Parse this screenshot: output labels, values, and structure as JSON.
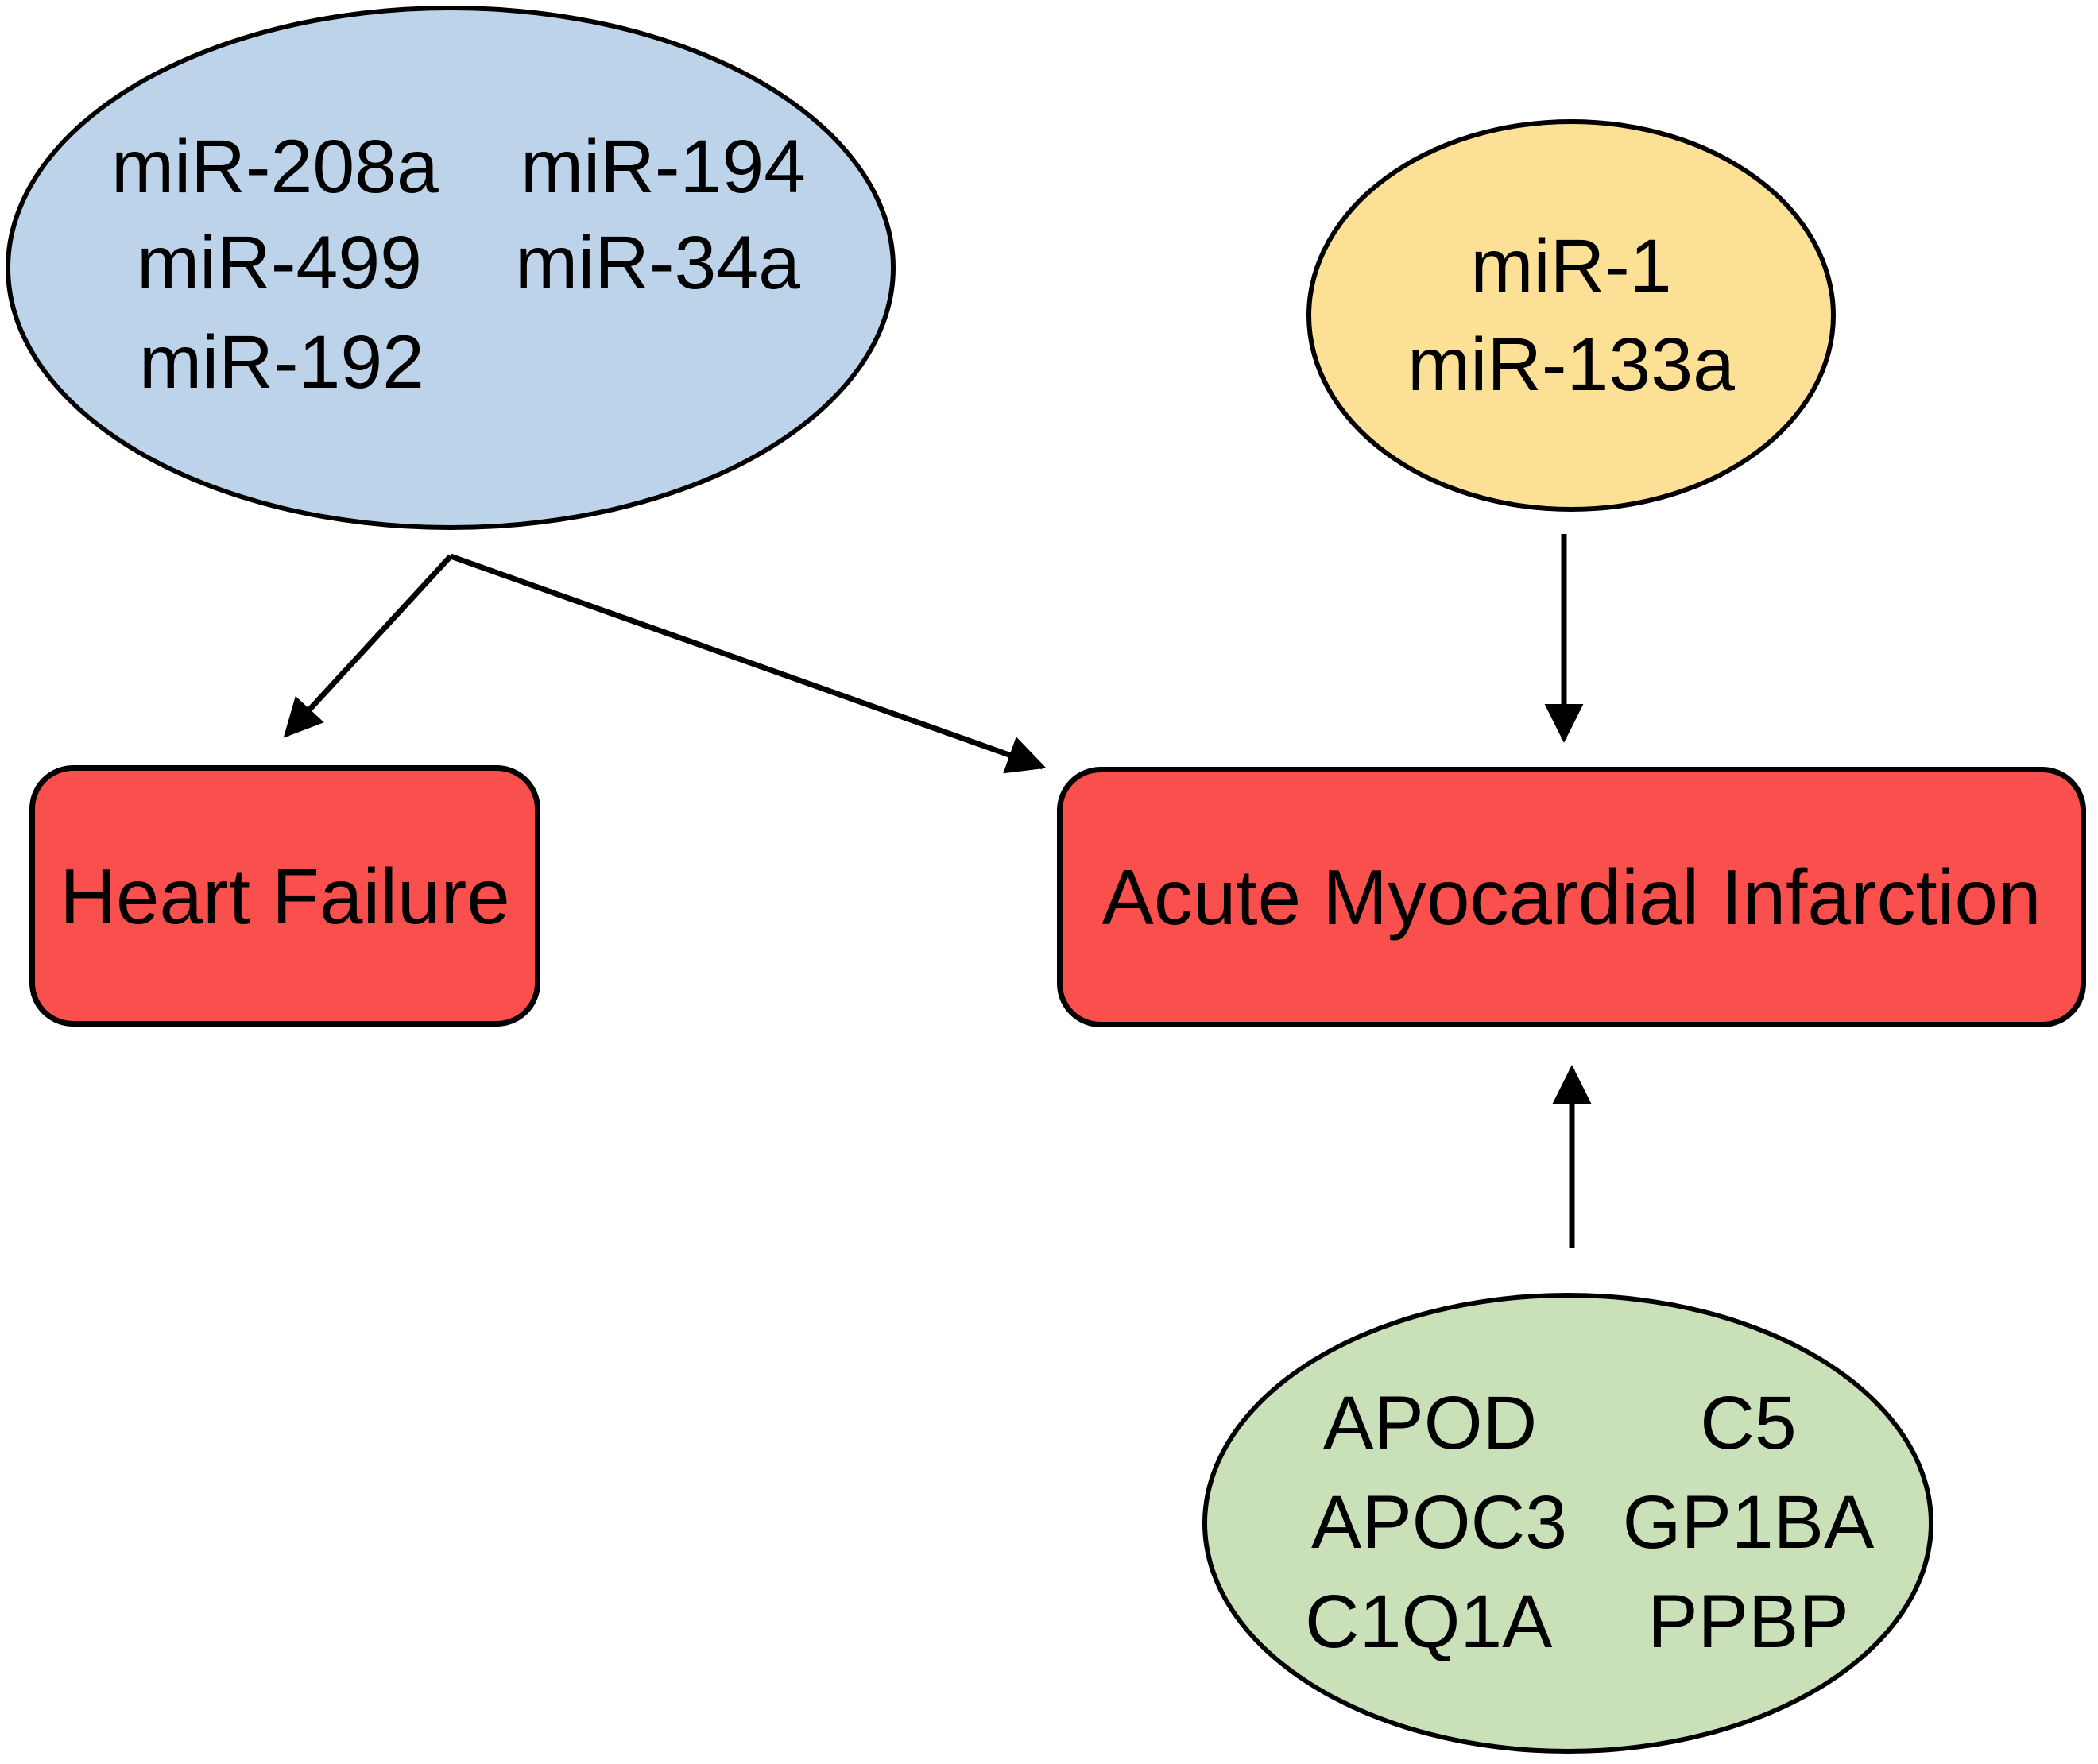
{
  "diagram": {
    "background_color": "#ffffff",
    "stroke_color": "#000000",
    "text_color": "#000000",
    "nodes": {
      "hf_mirna_group": {
        "shape": "ellipse",
        "fill": "#bdd3ea",
        "column1": [
          "miR-208a",
          "miR-499",
          "miR-192"
        ],
        "column2": [
          "miR-194",
          "miR-34a"
        ]
      },
      "ami_mirna_group": {
        "shape": "ellipse",
        "fill": "#fbe096",
        "lines": [
          "miR-1",
          "miR-133a"
        ]
      },
      "heart_failure": {
        "shape": "rounded-rectangle",
        "fill": "#f9504d",
        "label": "Heart Failure"
      },
      "acute_mi": {
        "shape": "rounded-rectangle",
        "fill": "#f9504d",
        "label": "Acute Myocardial Infarction"
      },
      "ami_gene_group": {
        "shape": "ellipse",
        "fill": "#c9e0b8",
        "column1": [
          "APOD",
          "APOC3",
          "C1Q1A"
        ],
        "column2": [
          "C5",
          "GP1BA",
          "PPBP"
        ]
      }
    },
    "edges": [
      {
        "from": "hf_mirna_group",
        "to": "heart_failure"
      },
      {
        "from": "hf_mirna_group",
        "to": "acute_mi"
      },
      {
        "from": "ami_mirna_group",
        "to": "acute_mi"
      },
      {
        "from": "ami_gene_group",
        "to": "acute_mi"
      }
    ]
  }
}
